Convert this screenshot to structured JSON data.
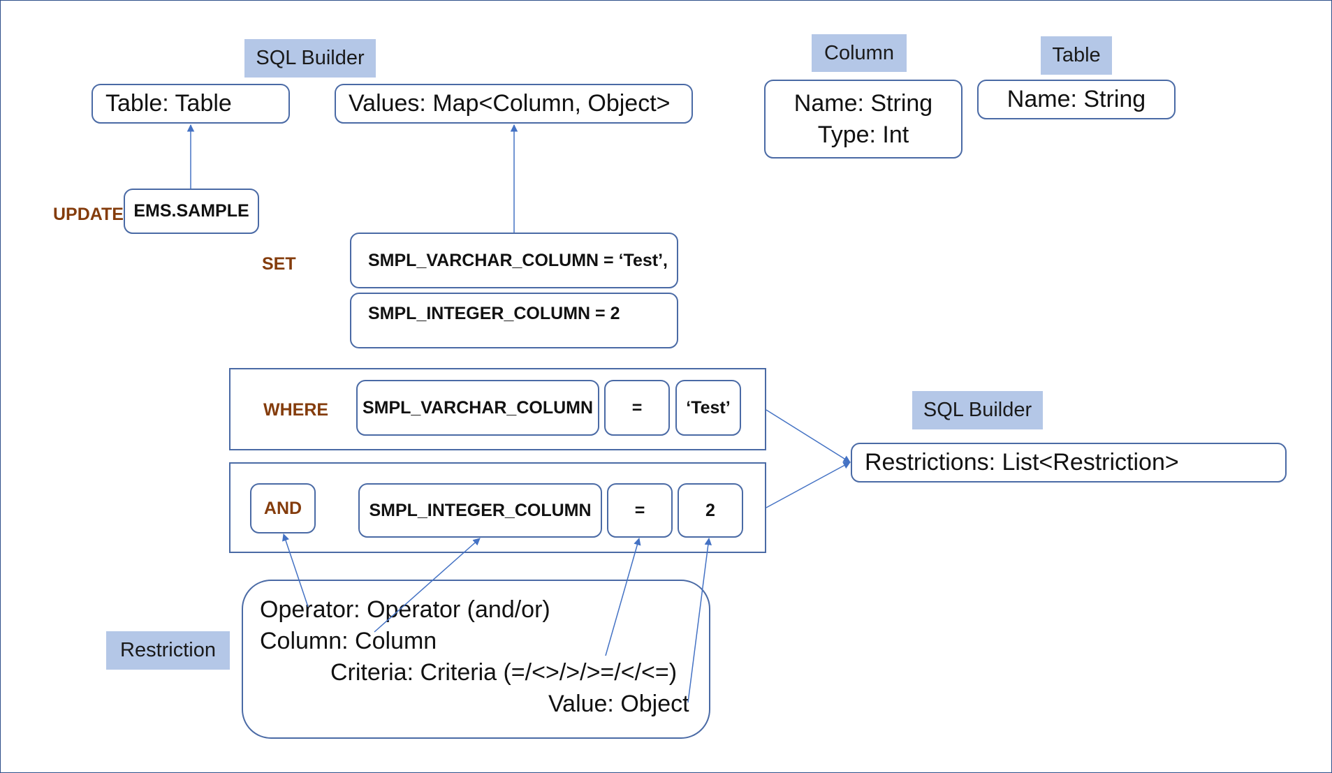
{
  "labels": {
    "sql_builder_top": "SQL Builder",
    "column": "Column",
    "table": "Table",
    "sql_builder_right": "SQL Builder",
    "restriction": "Restriction"
  },
  "fields": {
    "table_field": "Table: Table",
    "values_field": "Values: Map<Column, Object>",
    "column_name": "Name: String",
    "column_type": "Type: Int",
    "table_name": "Name: String",
    "restrictions_field": "Restrictions: List<Restriction>"
  },
  "sql": {
    "update_kw": "UPDATE",
    "table_value": "EMS.SAMPLE",
    "set_kw": "SET",
    "set_line1": "SMPL_VARCHAR_COLUMN = ‘Test’,",
    "set_line2": "SMPL_INTEGER_COLUMN = 2",
    "where_kw": "WHERE",
    "where_column": "SMPL_VARCHAR_COLUMN",
    "where_op": "=",
    "where_value": "‘Test’",
    "and_kw": "AND",
    "and_column": "SMPL_INTEGER_COLUMN",
    "and_op": "=",
    "and_value": "2"
  },
  "restriction_box": {
    "operator": "Operator: Operator (and/or)",
    "column": "Column: Column",
    "criteria": "Criteria: Criteria (=/<>/>/>=/</<=)",
    "value": "Value: Object"
  },
  "colors": {
    "label_bg": "#b4c7e7",
    "keyword": "#843c0c",
    "border": "#4a6aa5"
  }
}
